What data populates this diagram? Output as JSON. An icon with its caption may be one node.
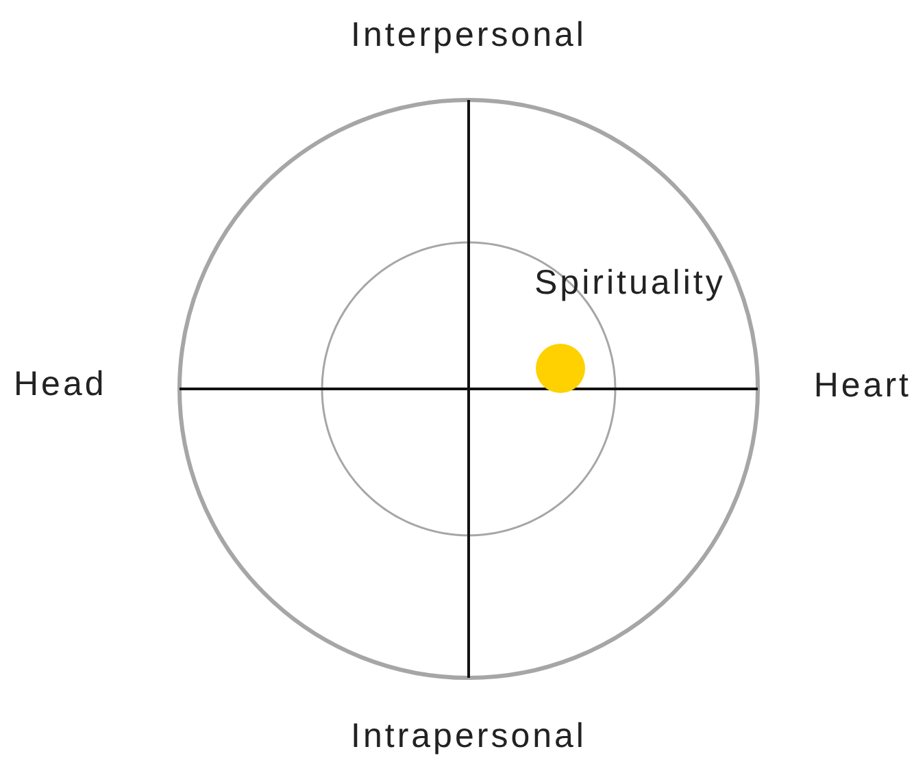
{
  "diagram": {
    "nodes": [
      {
        "text": [],
        "shape": "circle",
        "beside": [
          "Spirituality"
        ]
      }
    ],
    "labels": [
      "Interpersonal",
      "Head",
      "Heart",
      "Intrapersonal"
    ]
  }
}
